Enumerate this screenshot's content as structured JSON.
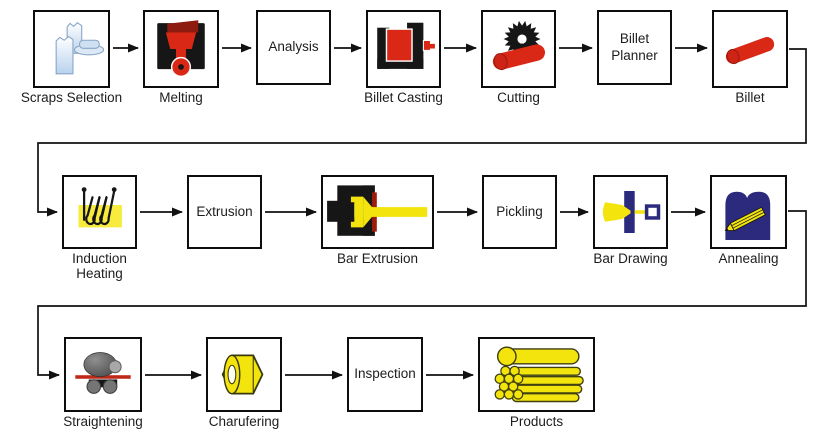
{
  "diagram": {
    "type": "process-flowchart",
    "nodes": [
      {
        "id": "scraps-selection",
        "label": "Scraps Selection",
        "label_position": "below",
        "icon": "scrap-ingots-icon"
      },
      {
        "id": "melting",
        "label": "Melting",
        "label_position": "below",
        "icon": "melting-furnace-icon"
      },
      {
        "id": "analysis",
        "label": "Analysis",
        "label_position": "inside",
        "icon": null
      },
      {
        "id": "billet-casting",
        "label": "Billet Casting",
        "label_position": "below",
        "icon": "casting-machine-icon"
      },
      {
        "id": "cutting",
        "label": "Cutting",
        "label_position": "below",
        "icon": "saw-blade-icon"
      },
      {
        "id": "billet-planner",
        "label": "Billet Planner",
        "label_position": "inside",
        "icon": null
      },
      {
        "id": "billet",
        "label": "Billet",
        "label_position": "below",
        "icon": "billet-rod-icon"
      },
      {
        "id": "induction-heating",
        "label": "Induction Heating",
        "label_position": "below",
        "icon": "induction-coil-icon"
      },
      {
        "id": "extrusion",
        "label": "Extrusion",
        "label_position": "inside",
        "icon": null
      },
      {
        "id": "bar-extrusion",
        "label": "Bar Extrusion",
        "label_position": "below",
        "icon": "extrusion-press-icon"
      },
      {
        "id": "pickling",
        "label": "Pickling",
        "label_position": "inside",
        "icon": null
      },
      {
        "id": "bar-drawing",
        "label": "Bar Drawing",
        "label_position": "below",
        "icon": "drawing-die-icon"
      },
      {
        "id": "annealing",
        "label": "Annealing",
        "label_position": "below",
        "icon": "annealing-furnace-icon"
      },
      {
        "id": "straightening",
        "label": "Straightening",
        "label_position": "below",
        "icon": "straightening-rollers-icon"
      },
      {
        "id": "charufering",
        "label": "Charufering",
        "label_position": "below",
        "icon": "hex-nut-icon"
      },
      {
        "id": "inspection",
        "label": "Inspection",
        "label_position": "inside",
        "icon": null
      },
      {
        "id": "products",
        "label": "Products",
        "label_position": "below",
        "icon": "bar-bundle-icon"
      }
    ],
    "connections": [
      {
        "from": "Scraps Selection",
        "to": "Melting"
      },
      {
        "from": "Melting",
        "to": "Analysis"
      },
      {
        "from": "Analysis",
        "to": "Billet Casting"
      },
      {
        "from": "Billet Casting",
        "to": "Cutting"
      },
      {
        "from": "Cutting",
        "to": "Billet Planner"
      },
      {
        "from": "Billet Planner",
        "to": "Billet"
      },
      {
        "from": "Billet",
        "to": "Induction Heating"
      },
      {
        "from": "Induction Heating",
        "to": "Extrusion"
      },
      {
        "from": "Extrusion",
        "to": "Bar Extrusion"
      },
      {
        "from": "Bar Extrusion",
        "to": "Pickling"
      },
      {
        "from": "Pickling",
        "to": "Bar Drawing"
      },
      {
        "from": "Bar Drawing",
        "to": "Annealing"
      },
      {
        "from": "Annealing",
        "to": "Straightening"
      },
      {
        "from": "Straightening",
        "to": "Charufering"
      },
      {
        "from": "Charufering",
        "to": "Inspection"
      },
      {
        "from": "Inspection",
        "to": "Products"
      }
    ],
    "colors": {
      "red": "#da2817",
      "dark_red": "#8e1b10",
      "die_red": "#9e1c0e",
      "indigo": "#2b2a7d",
      "yellow": "#f2e40c",
      "light_blue": "#c9ddf1",
      "gray": "#6e6e6e",
      "line": "#111111"
    }
  }
}
